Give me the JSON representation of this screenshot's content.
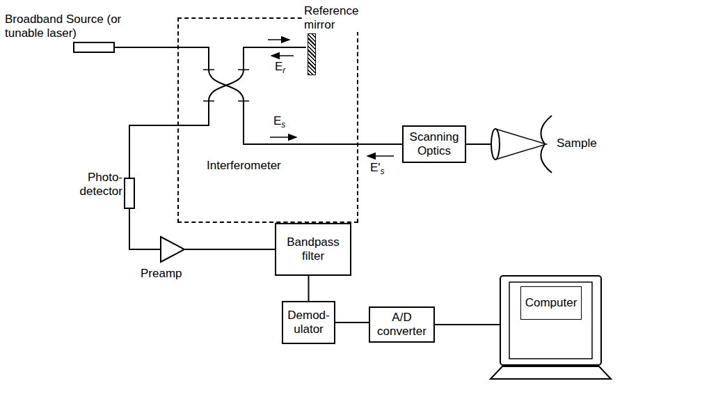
{
  "diagram": {
    "nodes": [
      {
        "text": [
          "Broadband Source (or tunable laser)"
        ]
      },
      {
        "text": [
          "Interferometer"
        ]
      },
      {
        "text": [
          "Reference mirror"
        ],
        "in": 1
      },
      {
        "text": [
          "Photo- detector"
        ]
      },
      {
        "text": [
          "Preamp"
        ]
      },
      {
        "text": [
          "Bandpass filter"
        ]
      },
      {
        "text": [
          "Scanning Optics"
        ]
      },
      {
        "text": [
          "Demod- ulator"
        ]
      },
      {
        "text": [
          "A/D converter"
        ]
      },
      {
        "text": [
          "Computer"
        ]
      }
    ],
    "edges": [
      {
        "from": 0,
        "to": 1,
        "arrow": "none"
      },
      {
        "from": 1,
        "to": 3,
        "arrow": "none"
      },
      {
        "from": 1,
        "to": 6,
        "arrow": "none"
      },
      {
        "from": 3,
        "to": 4,
        "arrow": "none"
      },
      {
        "from": 4,
        "to": 5,
        "arrow": "none"
      },
      {
        "from": 5,
        "to": 7,
        "arrow": "none"
      },
      {
        "from": 7,
        "to": 8,
        "arrow": "none"
      },
      {
        "from": 8,
        "to": 9,
        "arrow": "none"
      }
    ],
    "labels": [
      "Er",
      "Es",
      "E's",
      "Sample"
    ]
  }
}
